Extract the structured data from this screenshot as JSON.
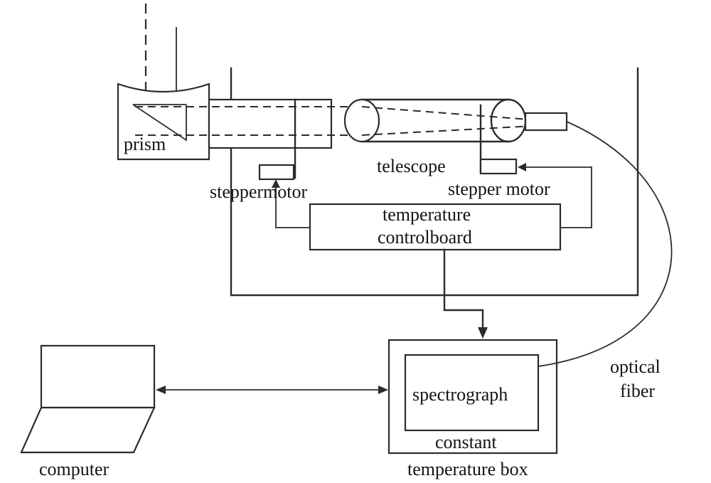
{
  "labels": {
    "prism": "prism",
    "stepper_motor_left": "steppermotor",
    "telescope": "telescope",
    "stepper_motor_right": "stepper motor",
    "temperature_control_board_line1": "temperature",
    "temperature_control_board_line2": "controlboard",
    "spectrograph": "spectrograph",
    "constant_temperature_box_line1": "constant",
    "constant_temperature_box_line2": "temperature box",
    "optical_fiber_line1": "optical",
    "optical_fiber_line2": "fiber",
    "computer": "computer"
  }
}
